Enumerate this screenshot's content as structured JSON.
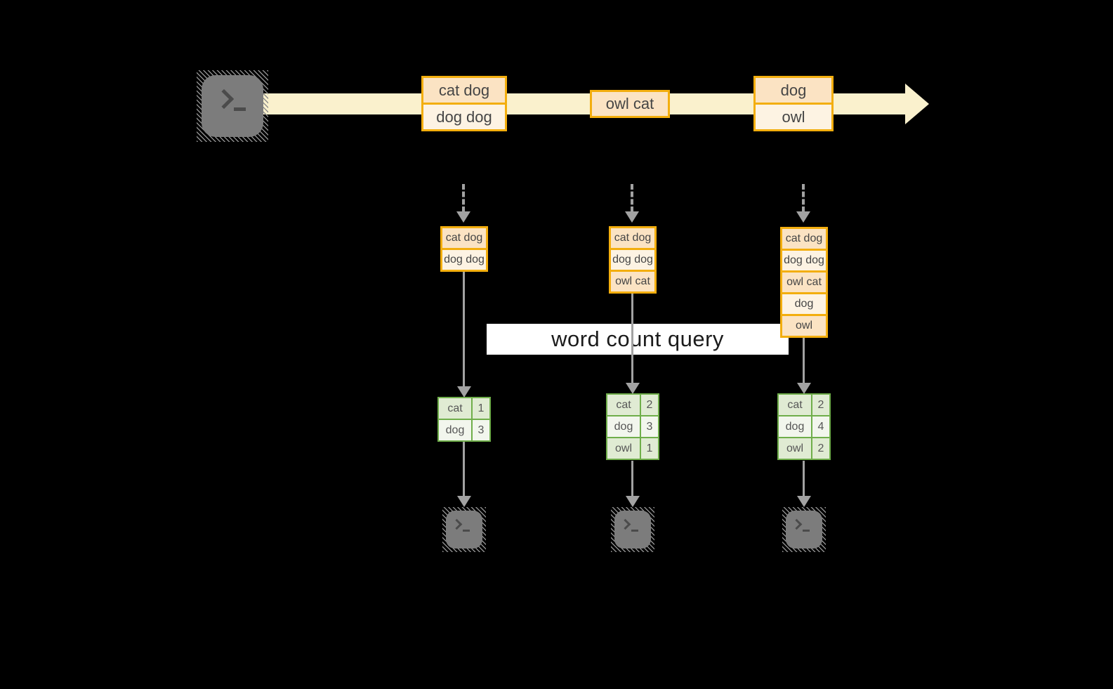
{
  "banner": {
    "label": "word count query"
  },
  "stream": {
    "events": [
      {
        "rows": [
          "cat dog",
          "dog dog"
        ]
      },
      {
        "rows": [
          "owl cat"
        ]
      },
      {
        "rows": [
          "dog",
          "owl"
        ]
      }
    ]
  },
  "columns": [
    {
      "buffer": [
        "cat dog",
        "dog dog"
      ],
      "counts": [
        {
          "word": "cat",
          "count": "1"
        },
        {
          "word": "dog",
          "count": "3"
        }
      ]
    },
    {
      "buffer": [
        "cat dog",
        "dog dog",
        "owl cat"
      ],
      "counts": [
        {
          "word": "cat",
          "count": "2"
        },
        {
          "word": "dog",
          "count": "3"
        },
        {
          "word": "owl",
          "count": "1"
        }
      ]
    },
    {
      "buffer": [
        "cat dog",
        "dog dog",
        "owl cat",
        "dog",
        "owl"
      ],
      "counts": [
        {
          "word": "cat",
          "count": "2"
        },
        {
          "word": "dog",
          "count": "4"
        },
        {
          "word": "owl",
          "count": "2"
        }
      ]
    }
  ],
  "icons": {
    "source": "terminal-icon",
    "sink": "terminal-icon"
  },
  "colors": {
    "stream_band": "#faf1cd",
    "event_border": "#f3ae0e",
    "event_fill_dark": "#fbe3c3",
    "event_fill_light": "#fdf3e3",
    "table_border": "#6fae4a",
    "table_fill_dark": "#e0ebd3",
    "table_fill_light": "#f2f6ed",
    "arrow_gray": "#a2a2a2",
    "terminal_gray": "#7c7c7c"
  }
}
